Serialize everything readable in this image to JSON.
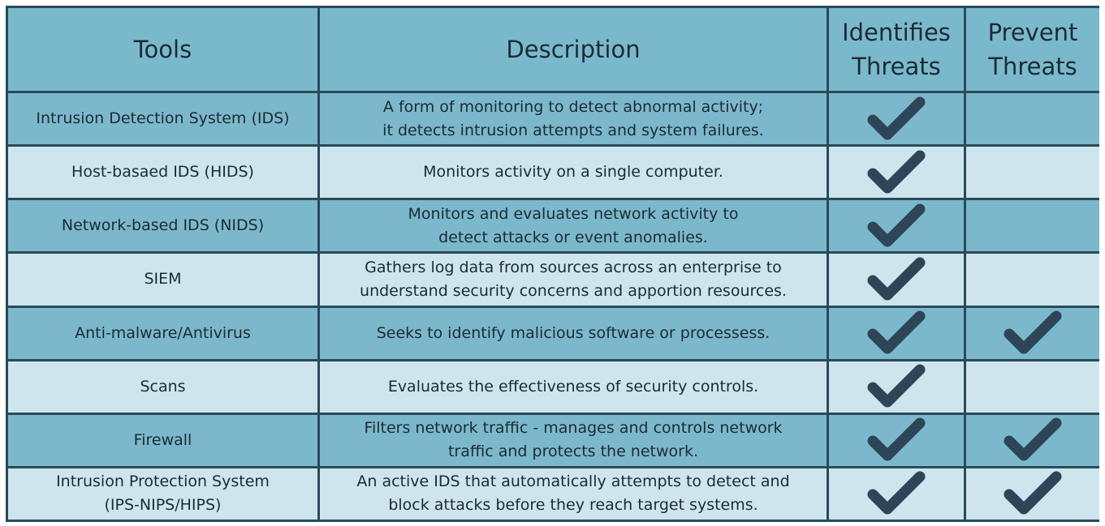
{
  "table": {
    "headers": [
      {
        "lines": [
          "Tools"
        ]
      },
      {
        "lines": [
          "Description"
        ]
      },
      {
        "lines": [
          "Identifies",
          "Threats"
        ]
      },
      {
        "lines": [
          "Prevent",
          "Threats"
        ]
      }
    ],
    "rows": [
      {
        "tool": [
          "Intrusion Detection System (IDS)"
        ],
        "description": [
          "A form of monitoring to detect abnormal activity;",
          "it detects intrusion attempts and system failures."
        ],
        "identifies": true,
        "prevents": false
      },
      {
        "tool": [
          "Host-basaed IDS (HIDS)"
        ],
        "description": [
          "Monitors activity on a single computer."
        ],
        "identifies": true,
        "prevents": false
      },
      {
        "tool": [
          "Network-based IDS (NIDS)"
        ],
        "description": [
          "Monitors and evaluates network activity to",
          "detect attacks or event anomalies."
        ],
        "identifies": true,
        "prevents": false
      },
      {
        "tool": [
          "SIEM"
        ],
        "description": [
          "Gathers log data from sources across an enterprise to",
          "understand security concerns and apportion resources."
        ],
        "identifies": true,
        "prevents": false
      },
      {
        "tool": [
          "Anti-malware/Antivirus"
        ],
        "description": [
          "Seeks to identify malicious software or processess."
        ],
        "identifies": true,
        "prevents": true
      },
      {
        "tool": [
          "Scans"
        ],
        "description": [
          "Evaluates the effectiveness of security controls."
        ],
        "identifies": true,
        "prevents": false
      },
      {
        "tool": [
          "Firewall"
        ],
        "description": [
          "Filters network traffic - manages and controls network",
          "traffic and protects the network."
        ],
        "identifies": true,
        "prevents": true
      },
      {
        "tool": [
          "Intrusion Protection System",
          "(IPS-NIPS/HIPS)"
        ],
        "description": [
          "An active IDS that automatically attempts to detect and",
          "block attacks before they reach target systems."
        ],
        "identifies": true,
        "prevents": true
      }
    ],
    "colors": {
      "border": "#2a4a5a",
      "header_bg": "#7ab9cb",
      "row_dark": "#7cb8cb",
      "row_light": "#cfe5ed",
      "text": "#1b2b35",
      "check": "#2d4556"
    },
    "icons": {
      "check": "checkmark-icon"
    }
  }
}
